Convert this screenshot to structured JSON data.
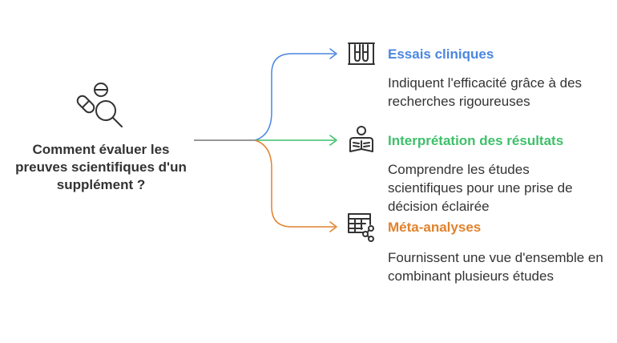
{
  "central": {
    "question": "Comment évaluer les preuves scientifiques d'un supplément ?",
    "icon": "pills-magnifier-icon"
  },
  "branches": [
    {
      "title": "Essais cliniques",
      "description": "Indiquent l'efficacité grâce à des recherches rigoureuses",
      "icon": "test-tubes-icon",
      "color": "#4a86e0"
    },
    {
      "title": "Interprétation des résultats",
      "description": "Comprendre les études scientifiques pour une prise de décision éclairée",
      "icon": "person-reading-icon",
      "color": "#3fbf6a"
    },
    {
      "title": "Méta-analyses",
      "description": "Fournissent une vue d'ensemble en combinant plusieurs études",
      "icon": "table-share-icon",
      "color": "#e0822c"
    }
  ],
  "colors": {
    "text": "#333333",
    "icon": "#333333",
    "trunk": "#777777"
  }
}
